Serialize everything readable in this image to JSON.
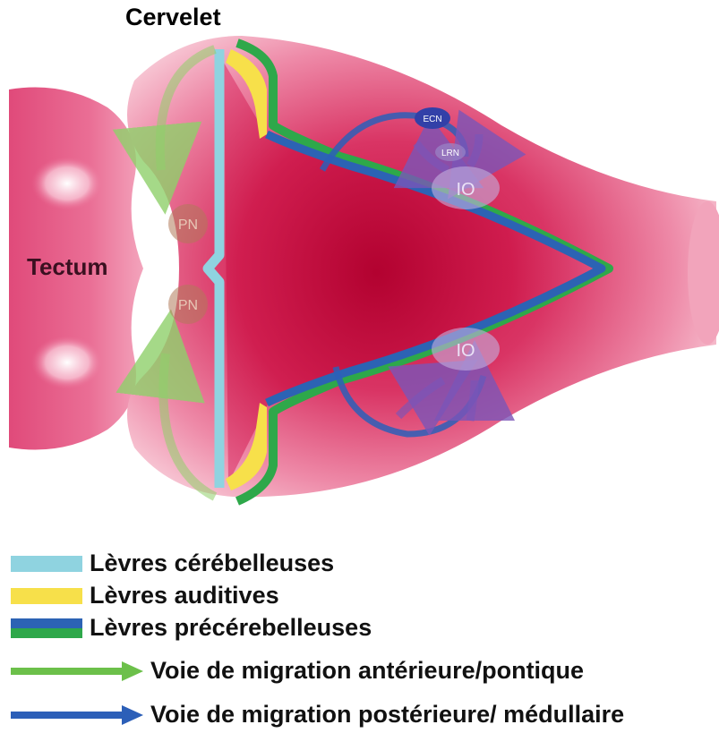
{
  "diagram": {
    "top_label": "Cervelet",
    "tectum_label": "Tectum",
    "nuclei": {
      "pn_top": "PN",
      "pn_bottom": "PN",
      "io_top": "IO",
      "io_bottom": "IO",
      "ecn": "ECN",
      "lrn": "LRN"
    }
  },
  "colors": {
    "background_tissue": "#d8245a",
    "lip_cerebellar": "#8fd3e0",
    "lip_auditory": "#f7e04a",
    "lip_precerebellar_blue": "#2c63b4",
    "lip_precerebellar_green": "#2ea84a",
    "arrow_green": "#6cc04a",
    "arrow_blue": "#2c5fb8"
  },
  "legend": [
    {
      "label": "Lèvres cérébelleuses",
      "swatch": "cyan"
    },
    {
      "label": "Lèvres auditives",
      "swatch": "yellow"
    },
    {
      "label": "Lèvres précérebelleuses",
      "swatch": "blue-green"
    },
    {
      "label": "Voie de migration antérieure/pontique",
      "swatch": "green-arrow"
    },
    {
      "label": "Voie de migration postérieure/ médullaire",
      "swatch": "blue-arrow"
    }
  ]
}
